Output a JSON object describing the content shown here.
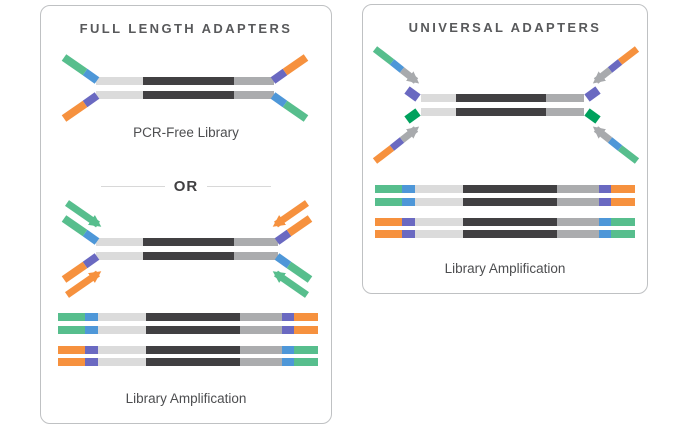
{
  "left_panel": {
    "title": "FULL LENGTH ADAPTERS",
    "pcr_free_label": "PCR-Free Library",
    "or_label": "OR",
    "amplification_label": "Library Amplification"
  },
  "right_panel": {
    "title": "UNIVERSAL ADAPTERS",
    "amplification_label": "Library Amplification"
  },
  "colors": {
    "green": "#57be8d",
    "dark_green": "#00a15d",
    "blue": "#4e97d8",
    "indigo": "#6a69c1",
    "orange": "#f6913e",
    "strand_light": "#dbdbdb",
    "strand_medium": "#abacae",
    "insert_dark": "#414042",
    "arrow_gray": "#a8aaad",
    "title_text": "#58595b",
    "label_text": "#4d4e50",
    "panel_border": "#bfc1c3",
    "divider_line": "#d8d8d8"
  },
  "diagram_notes": {
    "left_top": "double-stranded insert ligated with full length Y-adapters",
    "left_bottom": "Y-adapter library with PCR primers, then amplified duplexes",
    "right_top": "insert with short universal stub adapters and indexed PCR primers",
    "product_segment_order_top": [
      "green",
      "blue",
      "strand_light",
      "insert_dark",
      "strand_medium",
      "indigo",
      "orange"
    ],
    "product_segment_order_bottom": [
      "orange",
      "indigo",
      "strand_light",
      "insert_dark",
      "strand_medium",
      "blue",
      "green"
    ]
  }
}
